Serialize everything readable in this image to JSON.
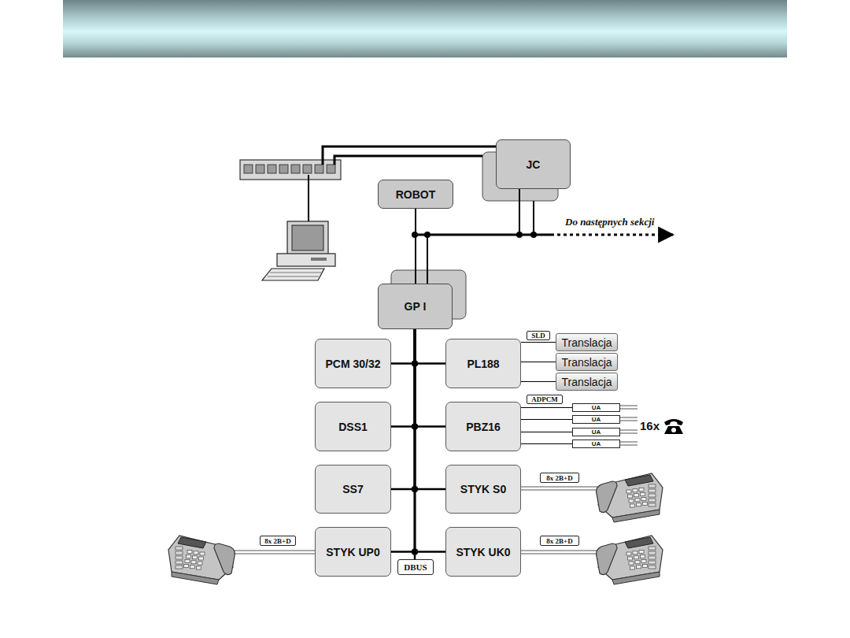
{
  "diagram": {
    "nodes": [
      {
        "text": [
          "JC"
        ]
      },
      {
        "text": [
          "ROBOT"
        ]
      },
      {
        "text": [
          "GP I"
        ]
      },
      {
        "text": [
          "PCM 30/32"
        ]
      },
      {
        "text": [
          "PL188"
        ]
      },
      {
        "text": [
          "SLD"
        ]
      },
      {
        "text": [
          "Translacja"
        ]
      },
      {
        "text": [
          "Translacja"
        ]
      },
      {
        "text": [
          "Translacja"
        ]
      },
      {
        "text": [
          "DSS1"
        ]
      },
      {
        "text": [
          "PBZ16"
        ]
      },
      {
        "text": [
          "ADPCM"
        ]
      },
      {
        "text": [
          "UA"
        ]
      },
      {
        "text": [
          "UA"
        ]
      },
      {
        "text": [
          "UA"
        ]
      },
      {
        "text": [
          "UA"
        ]
      },
      {
        "text": [
          "SS7"
        ]
      },
      {
        "text": [
          "STYK S0"
        ]
      },
      {
        "text": [
          "8x 2B+D"
        ]
      },
      {
        "text": [
          "STYK UP0"
        ]
      },
      {
        "text": [
          "8x 2B+D"
        ]
      },
      {
        "text": [
          "STYK UK0"
        ]
      },
      {
        "text": [
          "8x 2B+D"
        ]
      },
      {
        "text": [
          "DBUS"
        ]
      }
    ],
    "edges": [
      {
        "from": 1,
        "to": 2,
        "arrow": "none"
      },
      {
        "from": 0,
        "to": 2,
        "arrow": "none"
      },
      {
        "from": 2,
        "to": 3,
        "arrow": "none"
      },
      {
        "from": 2,
        "to": 4,
        "arrow": "none"
      },
      {
        "from": 2,
        "to": 9,
        "arrow": "none"
      },
      {
        "from": 2,
        "to": 10,
        "arrow": "none"
      },
      {
        "from": 2,
        "to": 16,
        "arrow": "none"
      },
      {
        "from": 2,
        "to": 17,
        "arrow": "none"
      },
      {
        "from": 2,
        "to": 19,
        "arrow": "none"
      },
      {
        "from": 2,
        "to": 21,
        "arrow": "none"
      },
      {
        "from": 2,
        "to": 23,
        "arrow": "none"
      },
      {
        "from": 4,
        "to": 6,
        "arrow": "none"
      },
      {
        "from": 4,
        "to": 7,
        "arrow": "none"
      },
      {
        "from": 4,
        "to": 8,
        "arrow": "none"
      },
      {
        "from": 10,
        "to": 12,
        "arrow": "none"
      },
      {
        "from": 10,
        "to": 13,
        "arrow": "none"
      },
      {
        "from": 10,
        "to": 14,
        "arrow": "none"
      },
      {
        "from": 10,
        "to": 15,
        "arrow": "none"
      }
    ],
    "labels": [
      "Do następnych sekcji",
      "16x"
    ]
  }
}
